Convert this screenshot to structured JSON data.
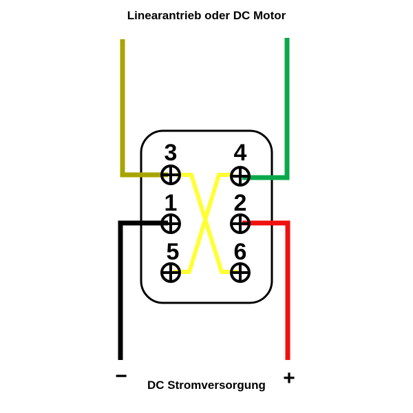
{
  "title_top": "Linearantrieb oder DC Motor",
  "title_bottom": "DC Stromversorgung",
  "switch": {
    "pins": [
      {
        "number": "3"
      },
      {
        "number": "4"
      },
      {
        "number": "1"
      },
      {
        "number": "2"
      },
      {
        "number": "5"
      },
      {
        "number": "6"
      }
    ]
  },
  "power": {
    "minus": "−",
    "plus": "+"
  },
  "colors": {
    "olive_wire": "#a8a400",
    "green_wire": "#0aa84a",
    "yellow_cross": "#ffff33",
    "red_wire": "#f01010",
    "black_wire": "#000000"
  }
}
